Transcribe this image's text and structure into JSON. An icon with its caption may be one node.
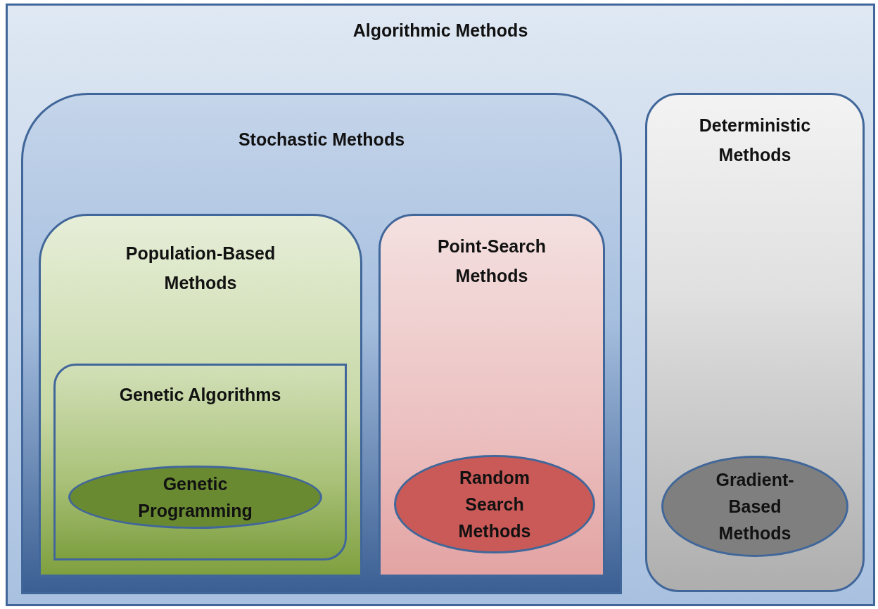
{
  "diagram": {
    "nodes": [
      {
        "text": [
          "Algorithmic Methods"
        ]
      },
      {
        "text": [
          "Stochastic Methods"
        ],
        "in": 0
      },
      {
        "text": [
          "Population-Based Methods"
        ],
        "in": 1
      },
      {
        "text": [
          "Genetic Algorithms"
        ],
        "in": 2
      },
      {
        "text": [
          "Genetic Programming"
        ],
        "in": 3
      },
      {
        "text": [
          "Point-Search Methods"
        ],
        "in": 1
      },
      {
        "text": [
          "Random Search Methods"
        ],
        "in": 5
      },
      {
        "text": [
          "Deterministic Methods"
        ],
        "in": 0
      },
      {
        "text": [
          "Gradient-Based Methods"
        ],
        "in": 7
      }
    ]
  }
}
